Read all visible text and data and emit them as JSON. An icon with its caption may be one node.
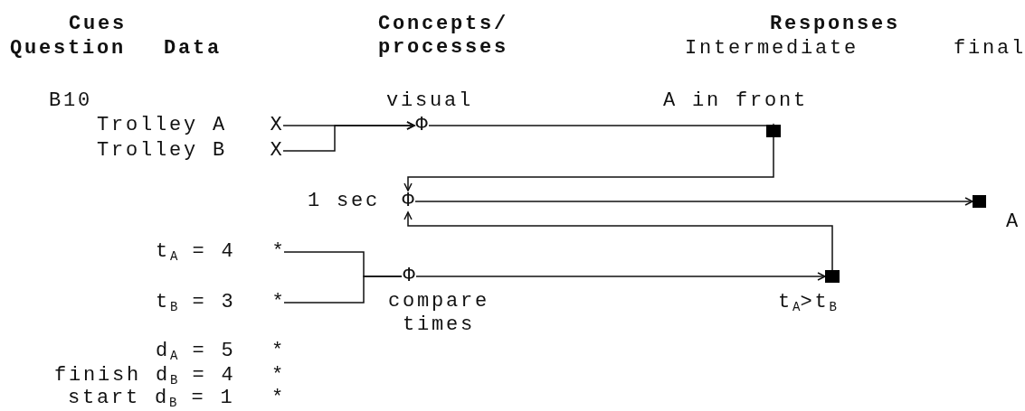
{
  "diagram": {
    "nodes": [
      {
        "text": [
          "X"
        ],
        "beside": [
          "Trolley A"
        ]
      },
      {
        "text": [
          "X"
        ],
        "beside": [
          "Trolley B"
        ]
      },
      {
        "text": [
          "visual",
          "Φ"
        ]
      },
      {
        "text": [
          "A in front"
        ]
      },
      {
        "text": [
          "Φ"
        ],
        "beside": [
          "1 sec"
        ]
      },
      {
        "text": [
          "A"
        ]
      },
      {
        "text": [
          "*"
        ],
        "beside": [
          "t$_{A}$ = 4"
        ]
      },
      {
        "text": [
          "*"
        ],
        "beside": [
          "t$_{B}$ = 3"
        ]
      },
      {
        "text": [
          "Φ",
          "compare times"
        ]
      },
      {
        "text": [
          "t$_{A}$>t$_{B}$"
        ]
      }
    ],
    "edges": [
      {
        "from": 0,
        "to": 2,
        "arrow": "to"
      },
      {
        "from": 1,
        "to": 2,
        "arrow": "to"
      },
      {
        "from": 2,
        "to": 3,
        "arrow": "to"
      },
      {
        "from": 3,
        "to": 4,
        "arrow": "to"
      },
      {
        "from": 4,
        "to": 5,
        "arrow": "to"
      },
      {
        "from": 6,
        "to": 8,
        "arrow": "none"
      },
      {
        "from": 7,
        "to": 8,
        "arrow": "none"
      },
      {
        "from": 8,
        "to": 9,
        "arrow": "to"
      },
      {
        "from": 9,
        "to": 4,
        "arrow": "to"
      }
    ],
    "labels": [
      "Cues",
      "Question",
      "Data",
      "Concepts/ processes",
      "Responses",
      "Intermediate",
      "final",
      "B10",
      "d$_{A}$ = 5",
      "*",
      "finish d$_{B}$ = 4",
      "*",
      "start d$_{B}$ = 1",
      "*"
    ]
  }
}
